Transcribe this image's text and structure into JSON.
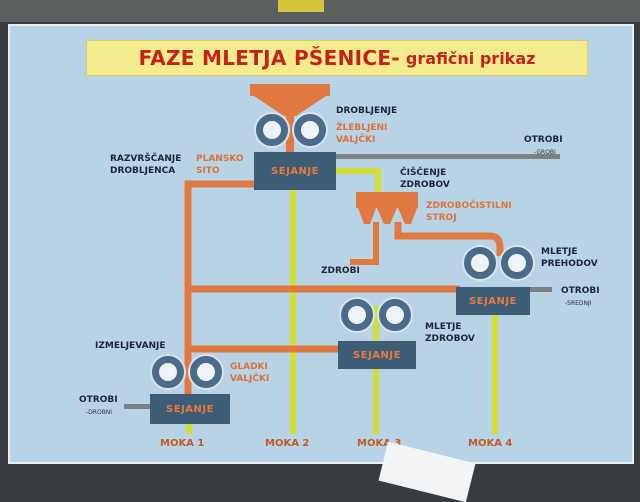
{
  "title": {
    "main": "FAZE MLETJA PŠENICE-",
    "sub": "grafični prikaz"
  },
  "labels": {
    "drobljenje": "DROBLJENJE",
    "zlebljeni_1": "ŽLEBLJENI",
    "zlebljeni_2": "VALJČKI",
    "razvrscanje_1": "RAZVRŠČANJE",
    "razvrscanje_2": "DROBLJENCA",
    "plansko_1": "PLANSKO",
    "plansko_2": "SITO",
    "otrobi_top": "OTROBI",
    "otrobi_top_sub": "-GROBI",
    "ciscenje_1": "ČIŠČENJE",
    "ciscenje_2": "ZDROBOV",
    "zdrobocistilni_1": "ZDROBOČISTILNI",
    "zdrobocistilni_2": "STROJ",
    "mletje_prehodov_1": "MLETJE",
    "mletje_prehodov_2": "PREHODOV",
    "zdrobi": "ZDROBI",
    "otrobi_mid": "OTROBI",
    "otrobi_mid_sub": "-SREDNJI",
    "mletje_zdrobov_1": "MLETJE",
    "mletje_zdrobov_2": "ZDROBOV",
    "izmeljevanje": "IZMELJEVANJE",
    "gladki_1": "GLADKI",
    "gladki_2": "VALJČKI",
    "otrobi_low": "OTROBI",
    "otrobi_low_sub": "-DROBNI"
  },
  "sejanje_label": "SEJANJE",
  "moka": [
    "MOKA 1",
    "MOKA 2",
    "MOKA 3",
    "MOKA 4"
  ],
  "colors": {
    "orange_pipe": "#e0783f",
    "yellow_pipe": "#d2e035",
    "gray_pipe": "#7d8184",
    "box": "#3d5d77",
    "title_bg": "#f3eb8e",
    "title_text": "#c2241d"
  }
}
